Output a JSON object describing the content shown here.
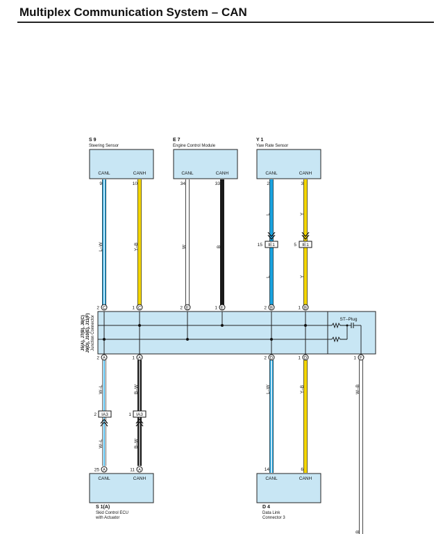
{
  "header": {
    "title": "Multiplex Communication System – CAN"
  },
  "components": {
    "s9": {
      "code": "S 9",
      "name": "Steering Sensor",
      "p1": "CANL",
      "p2": "CANH",
      "pin1": "9",
      "pin2": "10",
      "wire1": "L–W",
      "wire2": "Y–B"
    },
    "e7": {
      "code": "E 7",
      "name": "Engine Control Module",
      "p1": "CANL",
      "p2": "CANH",
      "pin1": "34",
      "pin2": "33",
      "wire1": "W",
      "wire2": "B"
    },
    "y1": {
      "code": "Y 1",
      "name": "Yaw Rate Sensor",
      "p1": "CANL",
      "p2": "CANH",
      "pin1": "2",
      "pin2": "3",
      "wire1": "L",
      "wire2": "Y"
    },
    "s1": {
      "code": "S 1(A)",
      "name1": "Skid Control ECU",
      "name2": "with Actuator",
      "p1": "CANL",
      "p2": "CANH",
      "pin1": "25",
      "pin2": "11",
      "wire1": "W–L",
      "wire2": "B–W"
    },
    "d4": {
      "code": "D 4",
      "name1": "Data Link",
      "name2": "Connector 3",
      "p1": "CANL",
      "p2": "CANH",
      "pin1": "14",
      "pin2": "6",
      "wire1": "L–W",
      "wire2": "Y–B"
    }
  },
  "inline": {
    "ie1a": {
      "label": "IE1",
      "pin": "15",
      "wire_below": "L"
    },
    "ie1b": {
      "label": "IE1",
      "pin": "5",
      "wire_below": "Y"
    },
    "ia3a": {
      "label": "IA3",
      "pin": "2",
      "wire_below": "W–L"
    },
    "ia3b": {
      "label": "IA3",
      "pin": "1",
      "wire_below": "B–W"
    }
  },
  "junction": {
    "label1": "J5(A), J7(B), J8(C)",
    "label2": "J9(D), J10(E), J11(F)",
    "label3": "Junction Connector",
    "st_plug": "ST–Plug",
    "top_pins": [
      {
        "num": "2",
        "letter": "C"
      },
      {
        "num": "1",
        "letter": "C"
      },
      {
        "num": "2",
        "letter": "E"
      },
      {
        "num": "1",
        "letter": "E"
      },
      {
        "num": "2",
        "letter": "B"
      },
      {
        "num": "1",
        "letter": "B"
      }
    ],
    "bottom_pins": [
      {
        "num": "2",
        "letter": "A"
      },
      {
        "num": "1",
        "letter": "A"
      },
      {
        "num": "2",
        "letter": "D"
      },
      {
        "num": "1",
        "letter": "D"
      },
      {
        "num": "1",
        "letter": "F"
      }
    ],
    "f_wire": "W–B",
    "f_wire_bottom": "B"
  },
  "connectors": {
    "s1_pin_a": {
      "num": "25",
      "letter": "A"
    },
    "s1_pin_b": {
      "num": "11",
      "letter": "A"
    }
  },
  "colors": {
    "box_fill": "#c8e6f4",
    "wire_blue": "#1aa3e0",
    "wire_yellow": "#f4d600",
    "wire_black": "#1a1a1a",
    "wire_white": "#ffffff"
  }
}
